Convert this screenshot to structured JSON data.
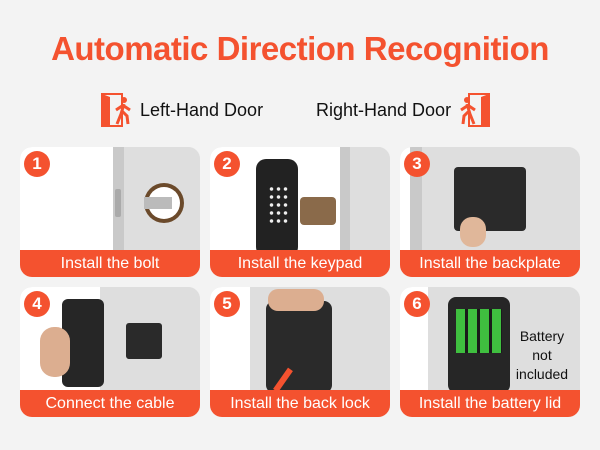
{
  "title": "Automatic Direction Recognition",
  "doors": {
    "left": "Left-Hand Door",
    "right": "Right-Hand Door"
  },
  "steps": [
    {
      "num": "1",
      "caption": "Install the bolt"
    },
    {
      "num": "2",
      "caption": "Install the keypad"
    },
    {
      "num": "3",
      "caption": "Install the backplate"
    },
    {
      "num": "4",
      "caption": "Connect the cable"
    },
    {
      "num": "5",
      "caption": "Install the back lock"
    },
    {
      "num": "6",
      "caption": "Install the battery lid"
    }
  ],
  "battery_note": {
    "line1": "Battery",
    "line2": "not",
    "line3": "included"
  },
  "colors": {
    "accent": "#f4522f"
  }
}
